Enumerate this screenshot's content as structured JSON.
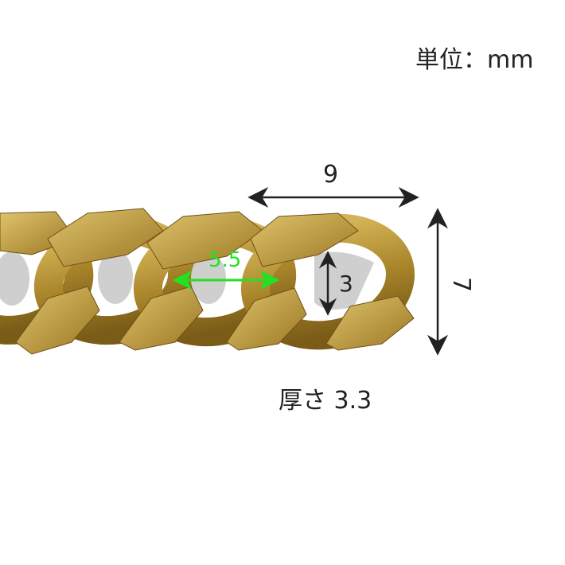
{
  "unit_label": "単位：mm",
  "dimensions": {
    "link_width": "9",
    "link_height": "7",
    "hole_height": "3",
    "pitch": "5.5",
    "thickness": "厚さ 3.3"
  },
  "colors": {
    "gold": "#b08a2a",
    "gold_light": "#d8b85a",
    "gold_dark": "#6e5215",
    "arrow": "#222222",
    "accent": "#22e022"
  }
}
